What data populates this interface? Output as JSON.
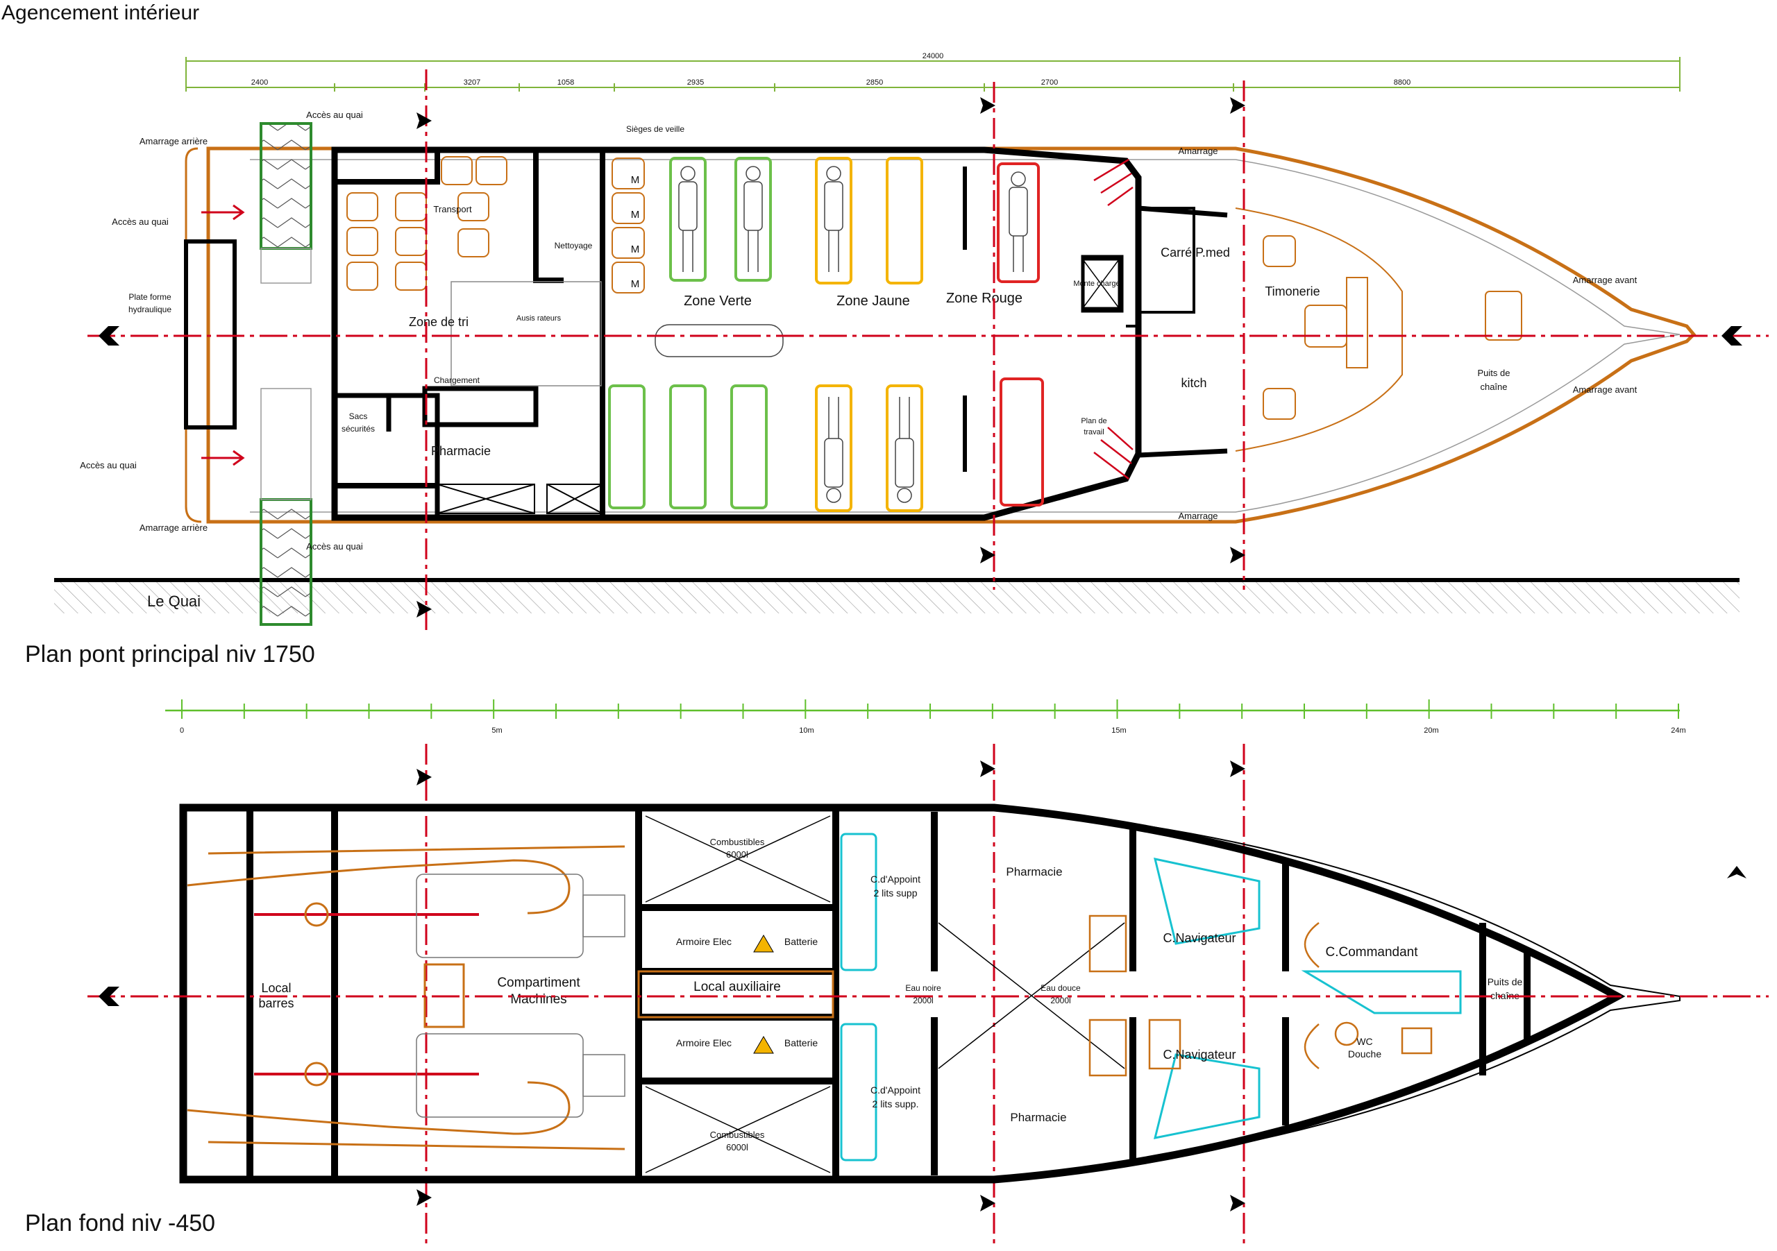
{
  "page_title": "Agencement intérieur",
  "plan_main": {
    "title": "Plan pont principal niv 1750",
    "overall_dimension": "24000",
    "segment_dimensions": [
      "2400",
      "3207",
      "1058",
      "2935",
      "2850",
      "2700",
      "8800"
    ],
    "labels": {
      "acces_quai_top": "Accès au quai",
      "acces_quai_bottom": "Accès au quai",
      "acces_quai_left_upper": "Accès au quai",
      "acces_quai_left_lower": "Accès au quai",
      "amarrage_arriere_top": "Amarrage arrière",
      "amarrage_arriere_bottom": "Amarrage arrière",
      "plateforme_line1": "Plate forme",
      "plateforme_line2": "hydraulique",
      "sieges_veille": "Sièges de veille",
      "transport": "Transport",
      "nettoyage": "Nettoyage",
      "zone_tri": "Zone de tri",
      "aussi_rateurs": "Ausis rateurs",
      "chargement": "Chargement",
      "sacs_line1": "Sacs",
      "sacs_line2": "sécurités",
      "pharmacie": "Pharmacie",
      "zone_verte": "Zone Verte",
      "zone_jaune": "Zone Jaune",
      "zone_rouge": "Zone Rouge",
      "marker_m": "M",
      "monte_charge": "Monte charge",
      "plan_travail_line1": "Plan de",
      "plan_travail_line2": "travail",
      "amarrage_top": "Amarrage",
      "amarrage_bottom": "Amarrage",
      "carre_pmed": "Carré P.med",
      "kitch": "kitch",
      "timonerie": "Timonerie",
      "amarrage_avant_top": "Amarrage avant",
      "amarrage_avant_bottom": "Amarrage avant",
      "puits_chaine_line1": "Puits de",
      "puits_chaine_line2": "chaîne",
      "le_quai": "Le Quai"
    }
  },
  "scale_bar": {
    "ticks": [
      "0",
      "5m",
      "10m",
      "15m",
      "20m",
      "24m"
    ]
  },
  "plan_bottom": {
    "title": "Plan fond niv -450",
    "labels": {
      "local_barres_line1": "Local",
      "local_barres_line2": "barres",
      "compartiment_line1": "Compartiment",
      "compartiment_line2": "Machines",
      "combustibles_top_line1": "Combustibles",
      "combustibles_top_line2": "6000l",
      "combustibles_bottom_line1": "Combustibles",
      "combustibles_bottom_line2": "6000l",
      "armoire_elec_top": "Armoire Elec",
      "armoire_elec_bottom": "Armoire Elec",
      "batterie_top": "Batterie",
      "batterie_bottom": "Batterie",
      "local_auxiliaire": "Local auxiliaire",
      "cabine_appoint_top_line1": "C.d'Appoint",
      "cabine_appoint_top_line2": "2 lits supp",
      "cabine_appoint_bottom_line1": "C.d'Appoint",
      "cabine_appoint_bottom_line2": "2 lits supp.",
      "eau_noire_line1": "Eau noire",
      "eau_noire_line2": "2000l",
      "eau_douce_line1": "Eau douce",
      "eau_douce_line2": "2000l",
      "pharmacie_top": "Pharmacie",
      "pharmacie_bottom": "Pharmacie",
      "c_navigateur_top": "C.Navigateur",
      "c_navigateur_bottom": "C.Navigateur",
      "c_commandant": "C.Commandant",
      "wc_line1": "WC",
      "wc_line2": "Douche",
      "puits_chaine_line1": "Puits de",
      "puits_chaine_line2": "chaîne"
    }
  },
  "colors": {
    "centerline": "#d0021b",
    "dimension_line": "#7fb43a",
    "scale_bar": "#5fbf2b",
    "hull_outline": "#c87016",
    "structure": "#000000",
    "zone_verte": "#6cc04a",
    "zone_jaune": "#f4b400",
    "zone_rouge": "#e02424",
    "cabin_fixtures": "#17c2d0"
  }
}
